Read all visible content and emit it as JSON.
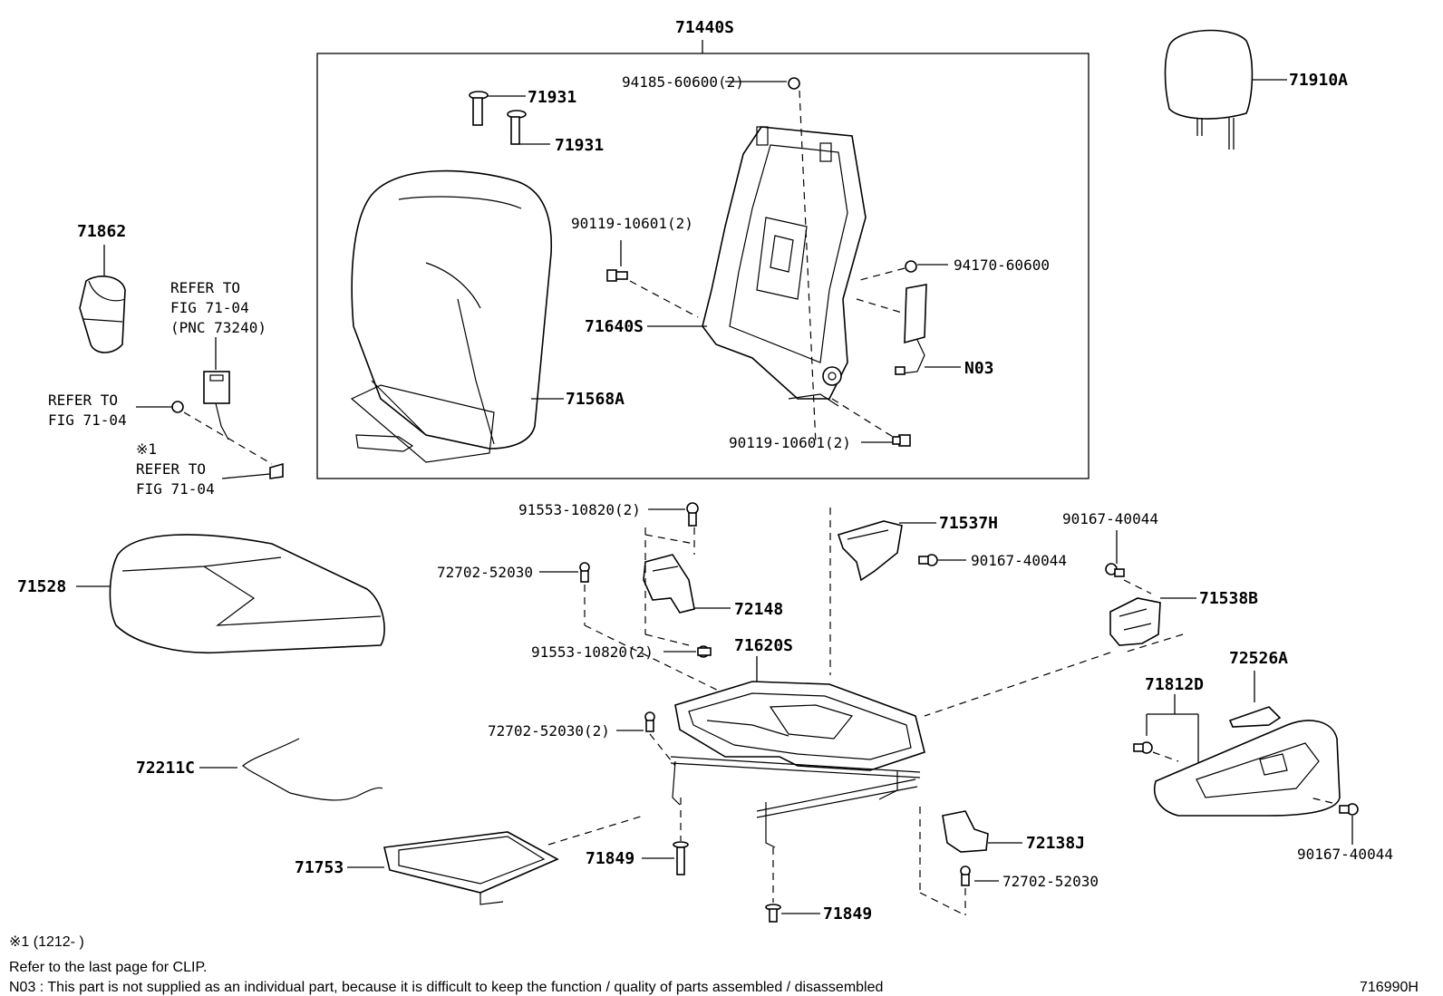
{
  "figure_id": "716990H",
  "labels": {
    "l71440S": "71440S",
    "l94185": "94185-60600(2)",
    "l71931a": "71931",
    "l71931b": "71931",
    "l71910A": "71910A",
    "l71862": "71862",
    "refer1a": "REFER TO",
    "refer1b": "FIG 71-04",
    "refer1c": "(PNC 73240)",
    "refer2a": "REFER TO",
    "refer2b": "FIG 71-04",
    "mark1": "※1",
    "refer3a": "REFER TO",
    "refer3b": "FIG 71-04",
    "l90119a": "90119-10601(2)",
    "l94170": "94170-60600",
    "l71640S": "71640S",
    "lN03": "N03",
    "l71568A": "71568A",
    "l90119b": "90119-10601(2)",
    "l91553a": "91553-10820(2)",
    "l71537H": "71537H",
    "l90167a": "90167-40044",
    "l90167b": "90167-40044",
    "l72702a": "72702-52030",
    "l71538B": "71538B",
    "l72148": "72148",
    "l71528": "71528",
    "l91553b": "91553-10820(2)",
    "l71620S": "71620S",
    "l72526A": "72526A",
    "l71812D": "71812D",
    "l72702b": "72702-52030(2)",
    "l72211C": "72211C",
    "l72138J": "72138J",
    "l71849a": "71849",
    "l90167c": "90167-40044",
    "l71753": "71753",
    "l72702c": "72702-52030",
    "l71849b": "71849"
  },
  "footnotes": {
    "mark": "※1 (1212-      )",
    "clip": "Refer to the last page for CLIP.",
    "n03": "N03 : This part is not supplied as an individual part, because it is difficult to keep the function / quality of parts assembled / disassembled"
  }
}
